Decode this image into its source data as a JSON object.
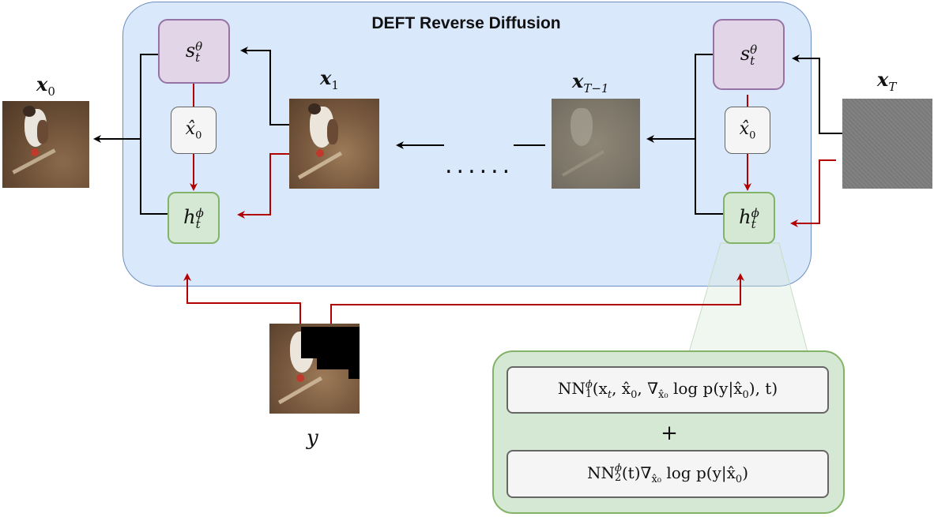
{
  "title": "DEFT Reverse Diffusion",
  "labels": {
    "x0": "x",
    "x0_sub": "0",
    "x1": "x",
    "x1_sub": "1",
    "xT1": "x",
    "xT1_sub": "T−1",
    "xT": "x",
    "xT_sub": "T",
    "y": "y"
  },
  "nodes": {
    "score_base": "s",
    "score_sub": "t",
    "score_sup": "θ",
    "x0hat_base": "x̂",
    "x0hat_sub": "0",
    "h_base": "h",
    "h_sub": "t",
    "h_sup": "ϕ"
  },
  "ellipsis": "......",
  "plus": "+",
  "formula1": {
    "nn": "NN",
    "nn_sub": "1",
    "nn_sup": "ϕ",
    "args": "(x",
    "args_sub": "t",
    "mid": ", x̂",
    "mid_sub": "0",
    "grad": ", ∇",
    "grad_sub": "x̂₀",
    "tail": " log p(y|x̂",
    "tail_sub": "0",
    "end": "), t)"
  },
  "formula2": {
    "nn": "NN",
    "nn_sub": "2",
    "nn_sup": "ϕ",
    "mid": "(t)∇",
    "grad_sub": "x̂₀",
    "tail": " log p(y|x̂",
    "tail_sub": "0",
    "end": ")"
  },
  "colors": {
    "panel_fill": "#dae8fc",
    "panel_stroke": "#6c8ebf",
    "score_fill": "#e1d5e7",
    "score_stroke": "#9673a6",
    "h_fill": "#d5e8d4",
    "h_stroke": "#82b366",
    "node_fill": "#f5f5f5",
    "node_stroke": "#666666",
    "red_arrow": "#b20000",
    "black_arrow": "#000000"
  }
}
